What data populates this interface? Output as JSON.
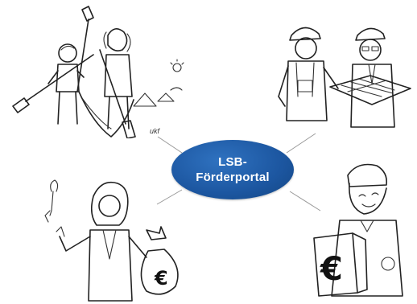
{
  "hub": {
    "line1": "LSB-",
    "line2": "Förderportal",
    "color": "#1c56a0",
    "text_color": "#ffffff"
  },
  "illustrations": [
    {
      "id": "family-canoe-camping",
      "icon": "canoe-family-illustration"
    },
    {
      "id": "construction-workers",
      "icon": "workers-blueprint-illustration"
    },
    {
      "id": "woman-money-bag",
      "icon": "money-bag-euro-illustration"
    },
    {
      "id": "man-euro-box",
      "icon": "euro-box-illustration"
    }
  ],
  "euro_symbol": "€",
  "signature": "ukf"
}
